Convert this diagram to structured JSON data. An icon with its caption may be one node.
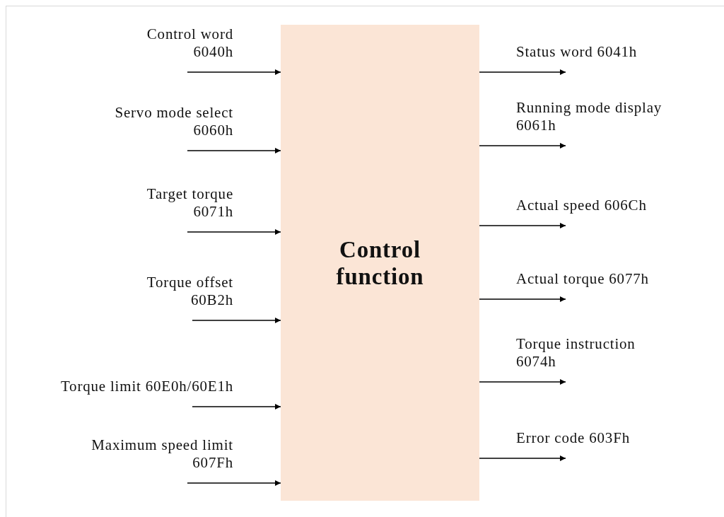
{
  "diagram": {
    "nodes": [
      {
        "text": [
          "Control function"
        ]
      },
      {
        "text": [
          "Control word 6040h"
        ]
      },
      {
        "text": [
          "Servo mode select 6060h"
        ]
      },
      {
        "text": [
          "Target torque 6071h"
        ]
      },
      {
        "text": [
          "Torque offset 60B2h"
        ]
      },
      {
        "text": [
          "Torque limit 60E0h/60E1h"
        ]
      },
      {
        "text": [
          "Maximum speed limit 607Fh"
        ]
      },
      {
        "text": [
          "Status word 6041h"
        ]
      },
      {
        "text": [
          "Running mode display 6061h"
        ]
      },
      {
        "text": [
          "Actual speed 606Ch"
        ]
      },
      {
        "text": [
          "Actual torque 6077h"
        ]
      },
      {
        "text": [
          "Torque instruction 6074h"
        ]
      },
      {
        "text": [
          "Error code 603Fh"
        ]
      }
    ],
    "edges": [
      {
        "from": 1,
        "to": 0,
        "arrow": "to"
      },
      {
        "from": 2,
        "to": 0,
        "arrow": "to"
      },
      {
        "from": 3,
        "to": 0,
        "arrow": "to"
      },
      {
        "from": 4,
        "to": 0,
        "arrow": "to"
      },
      {
        "from": 5,
        "to": 0,
        "arrow": "to"
      },
      {
        "from": 6,
        "to": 0,
        "arrow": "to"
      },
      {
        "from": 0,
        "to": 7,
        "arrow": "to"
      },
      {
        "from": 0,
        "to": 8,
        "arrow": "to"
      },
      {
        "from": 0,
        "to": 9,
        "arrow": "to"
      },
      {
        "from": 0,
        "to": 10,
        "arrow": "to"
      },
      {
        "from": 0,
        "to": 11,
        "arrow": "to"
      },
      {
        "from": 0,
        "to": 12,
        "arrow": "to"
      }
    ]
  }
}
